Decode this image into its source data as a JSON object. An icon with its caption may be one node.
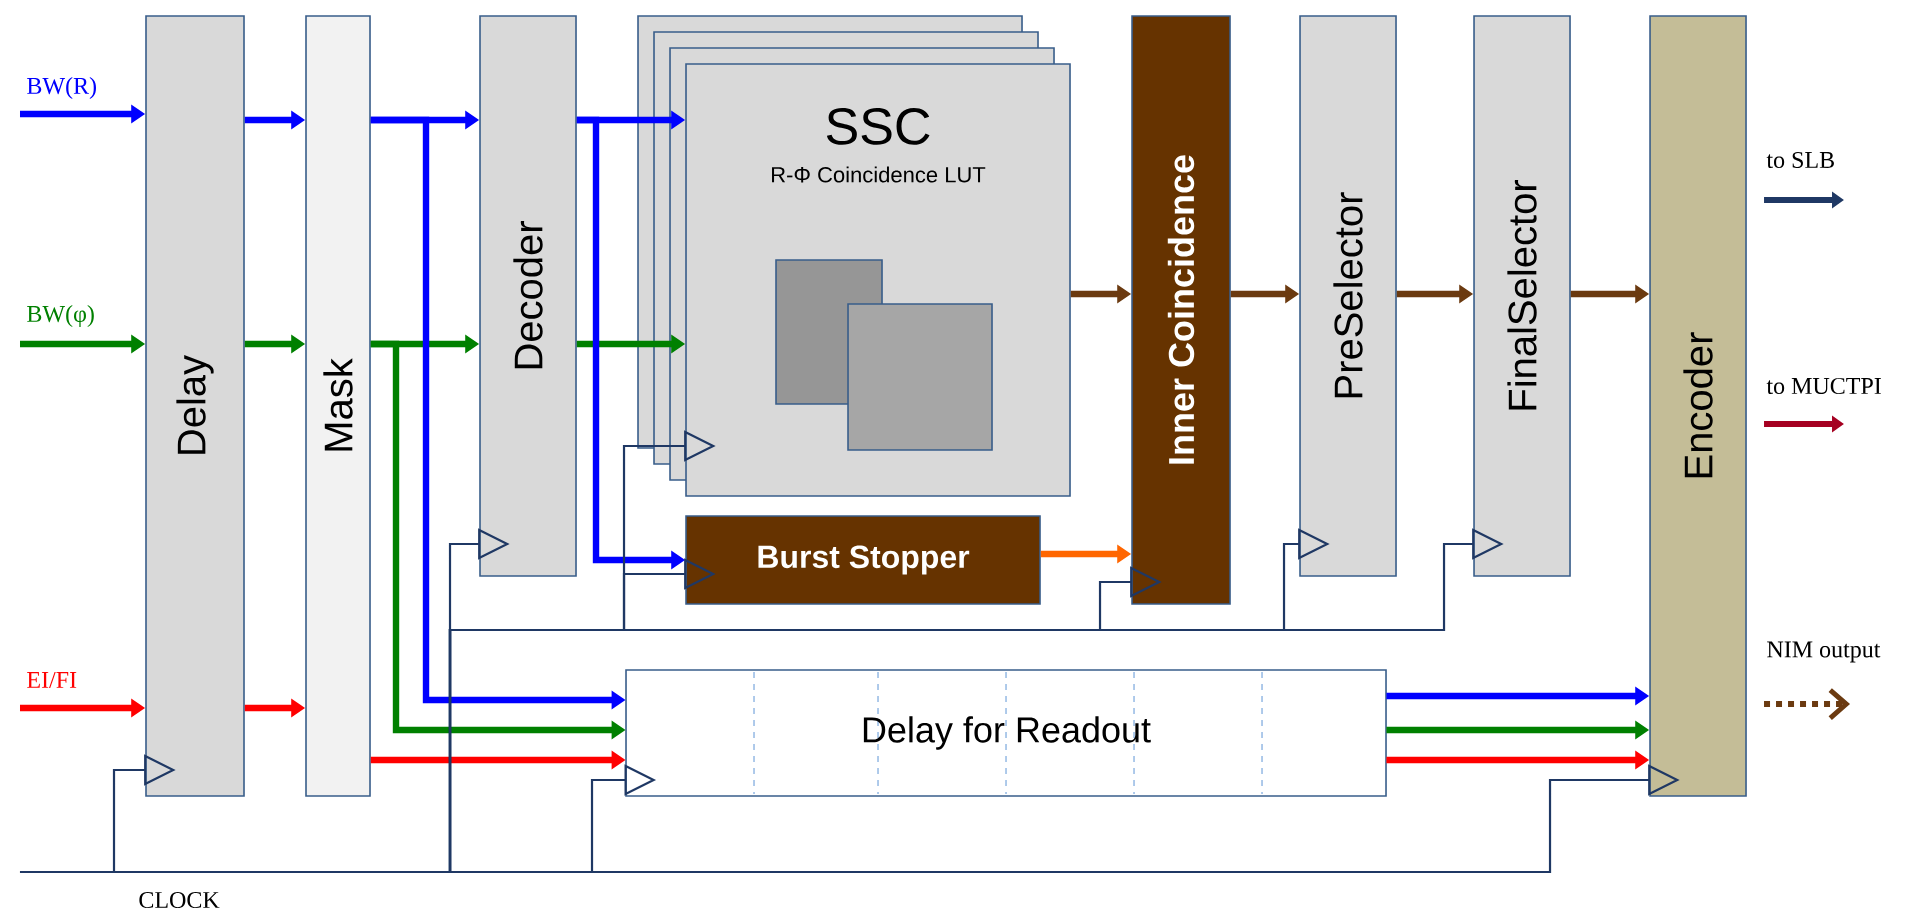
{
  "diagram": {
    "nodes": [
      {
        "text": [
          "Delay"
        ]
      },
      {
        "text": [
          "Mask"
        ]
      },
      {
        "text": [
          "Decoder"
        ]
      },
      {
        "text": [
          "SSC",
          "R-Φ Coincidence LUT"
        ]
      },
      {
        "text": [
          "Burst Stopper"
        ]
      },
      {
        "text": [
          "Inner Coincidence"
        ]
      },
      {
        "text": [
          "PreSelector"
        ]
      },
      {
        "text": [
          "FinalSelector"
        ]
      },
      {
        "text": [
          "Encoder"
        ],
        "beside": [
          "to SLB",
          "to MUCTPI",
          "NIM output"
        ]
      },
      {
        "text": [
          "Delay for Readout"
        ]
      }
    ],
    "edges": [
      {
        "from": null,
        "to": 0,
        "arrow": "to",
        "color": "#0000ff"
      },
      {
        "from": null,
        "to": 0,
        "arrow": "to",
        "color": "#008000"
      },
      {
        "from": null,
        "to": 0,
        "arrow": "to",
        "color": "#ff0000"
      },
      {
        "from": 0,
        "to": 1,
        "arrow": "to",
        "color": "#0000ff"
      },
      {
        "from": 0,
        "to": 1,
        "arrow": "to",
        "color": "#008000"
      },
      {
        "from": 0,
        "to": 1,
        "arrow": "to",
        "color": "#ff0000"
      },
      {
        "from": 1,
        "to": 2,
        "arrow": "to",
        "color": "#0000ff"
      },
      {
        "from": 1,
        "to": 2,
        "arrow": "to",
        "color": "#008000"
      },
      {
        "from": 1,
        "to": 9,
        "arrow": "to",
        "color": "#0000ff"
      },
      {
        "from": 1,
        "to": 9,
        "arrow": "to",
        "color": "#008000"
      },
      {
        "from": 1,
        "to": 9,
        "arrow": "to",
        "color": "#ff0000"
      },
      {
        "from": 2,
        "to": 3,
        "arrow": "to",
        "color": "#0000ff"
      },
      {
        "from": 2,
        "to": 3,
        "arrow": "to",
        "color": "#008000"
      },
      {
        "from": 2,
        "to": 4,
        "arrow": "to",
        "color": "#0000ff"
      },
      {
        "from": 3,
        "to": 5,
        "arrow": "to",
        "color": "#6b3a10"
      },
      {
        "from": 4,
        "to": 5,
        "arrow": "to",
        "color": "#ff6600"
      },
      {
        "from": 5,
        "to": 6,
        "arrow": "to",
        "color": "#6b3a10"
      },
      {
        "from": 6,
        "to": 7,
        "arrow": "to",
        "color": "#6b3a10"
      },
      {
        "from": 7,
        "to": 8,
        "arrow": "to",
        "color": "#6b3a10"
      },
      {
        "from": 9,
        "to": 8,
        "arrow": "to",
        "color": "#0000ff"
      },
      {
        "from": 9,
        "to": 8,
        "arrow": "to",
        "color": "#008000"
      },
      {
        "from": 9,
        "to": 8,
        "arrow": "to",
        "color": "#ff0000"
      },
      {
        "from": null,
        "to": 0,
        "arrow": "to",
        "color": "#1f3864"
      },
      {
        "from": null,
        "to": 2,
        "arrow": "to",
        "color": "#1f3864"
      },
      {
        "from": null,
        "to": 3,
        "arrow": "to",
        "color": "#1f3864"
      },
      {
        "from": null,
        "to": 4,
        "arrow": "to",
        "color": "#1f3864"
      },
      {
        "from": null,
        "to": 5,
        "arrow": "to",
        "color": "#1f3864"
      },
      {
        "from": null,
        "to": 6,
        "arrow": "to",
        "color": "#1f3864"
      },
      {
        "from": null,
        "to": 7,
        "arrow": "to",
        "color": "#1f3864"
      },
      {
        "from": null,
        "to": 9,
        "arrow": "to",
        "color": "#1f3864"
      },
      {
        "from": null,
        "to": 8,
        "arrow": "to",
        "color": "#1f3864"
      }
    ],
    "labels": [
      "BW(R)",
      "BW(φ)",
      "EI/FI",
      "CLOCK"
    ]
  }
}
